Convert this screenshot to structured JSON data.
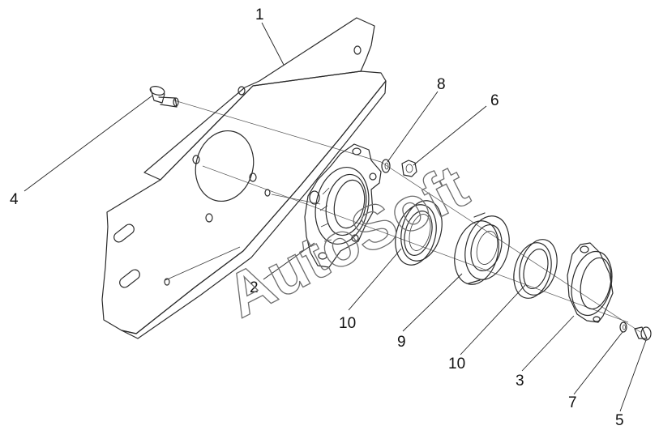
{
  "callouts": {
    "c1": "1",
    "c2": "2",
    "c3": "3",
    "c4": "4",
    "c5": "5",
    "c6": "6",
    "c7": "7",
    "c8": "8",
    "c9": "9",
    "c10a": "10",
    "c10b": "10"
  },
  "watermark": "AutoSoft"
}
